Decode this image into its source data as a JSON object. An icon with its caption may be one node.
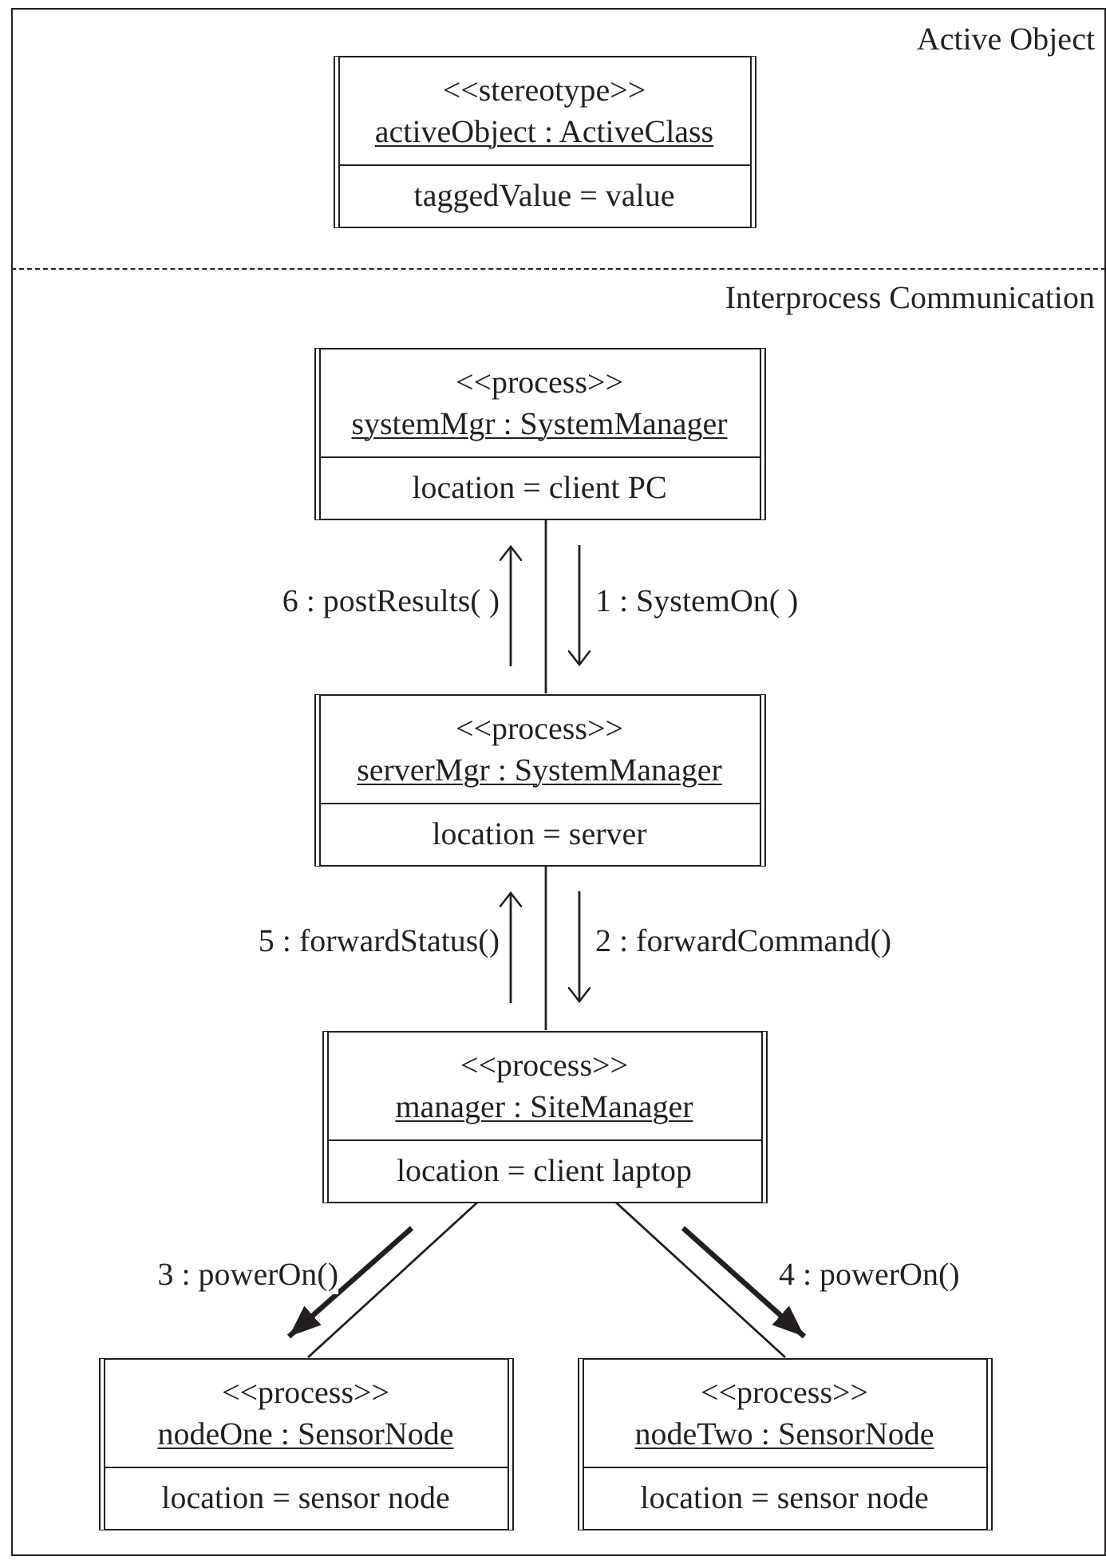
{
  "diagram": {
    "nodes": [
      {
        "text": [
          "Active Object"
        ]
      },
      {
        "text": [
          "<<stereotype>>",
          "activeObject : ActiveClass",
          "taggedValue = value"
        ],
        "in": 0
      },
      {
        "text": [
          "Interprocess Communication"
        ]
      },
      {
        "text": [
          "<<process>>",
          "systemMgr : SystemManager",
          "location = client PC"
        ],
        "in": 2
      },
      {
        "text": [
          "<<process>>",
          "serverMgr : SystemManager",
          "location = server"
        ],
        "in": 2
      },
      {
        "text": [
          "<<process>>",
          "manager : SiteManager",
          "location = client laptop"
        ],
        "in": 2
      },
      {
        "text": [
          "<<process>>",
          "nodeOne : SensorNode",
          "location = sensor node"
        ],
        "in": 2
      },
      {
        "text": [
          "<<process>>",
          "nodeTwo : SensorNode",
          "location = sensor node"
        ],
        "in": 2
      }
    ],
    "edges": [
      {
        "from": 3,
        "to": 4,
        "arrow": "none"
      },
      {
        "from": 4,
        "to": 5,
        "arrow": "none"
      },
      {
        "from": 5,
        "to": 6,
        "arrow": "none"
      },
      {
        "from": 5,
        "to": 7,
        "arrow": "none"
      },
      {
        "from": 3,
        "to": 4,
        "arrow": "to",
        "label": "1 : SystemOn( )"
      },
      {
        "from": 4,
        "to": 5,
        "arrow": "to",
        "label": "2 : forwardCommand()"
      },
      {
        "from": 5,
        "to": 6,
        "arrow": "to",
        "label": "3 : powerOn()",
        "style": "thick"
      },
      {
        "from": 5,
        "to": 7,
        "arrow": "to",
        "label": "4 : powerOn()",
        "style": "thick"
      },
      {
        "from": 5,
        "to": 4,
        "arrow": "to",
        "label": "5 : forwardStatus()"
      },
      {
        "from": 4,
        "to": 3,
        "arrow": "to",
        "label": "6 : postResults( )"
      }
    ]
  }
}
